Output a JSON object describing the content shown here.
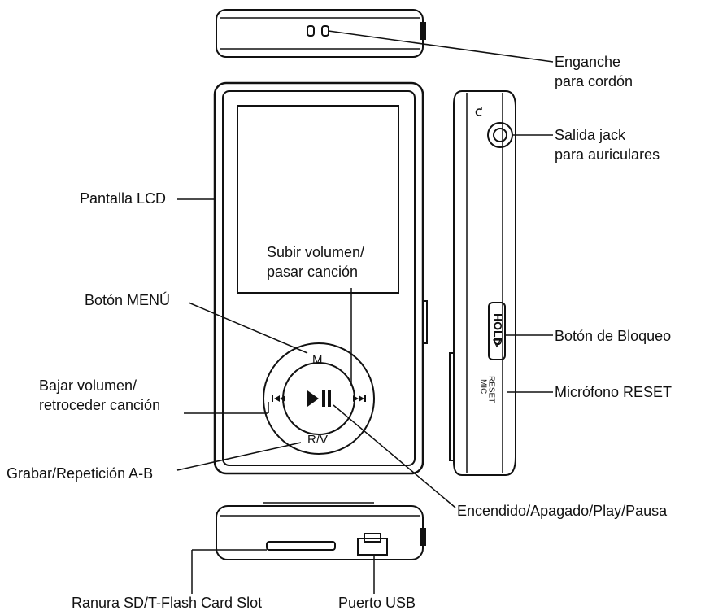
{
  "labels": {
    "lanyard_hook": [
      "Enganche",
      "para cordón"
    ],
    "headphone_jack": [
      "Salida jack",
      "para auriculares"
    ],
    "lcd_screen": "Pantalla LCD",
    "volume_up": [
      "Subir volumen/",
      "pasar canción"
    ],
    "menu_button": "Botón MENÚ",
    "volume_down": [
      "Bajar volumen/",
      "retroceder canción"
    ],
    "record_repeat": "Grabar/Repetición A-B",
    "power_play_pause": "Encendido/Apagado/Play/Pausa",
    "hold_lock": "Botón de Bloqueo",
    "mic_reset": "Micrófono RESET",
    "sd_slot": "Ranura SD/T-Flash Card Slot",
    "usb_port": "Puerto USB"
  },
  "device_markings": {
    "menu_key": "M",
    "rv_key": "R/V",
    "hold_switch": "HOLD",
    "reset_text": "RESET",
    "mic_text": "MIC"
  },
  "icons": [
    "play-pause-icon",
    "prev-track-icon",
    "next-track-icon",
    "headphone-icon",
    "hold-arrow-icon"
  ],
  "colors": {
    "ink": "#111111",
    "background": "#ffffff"
  }
}
